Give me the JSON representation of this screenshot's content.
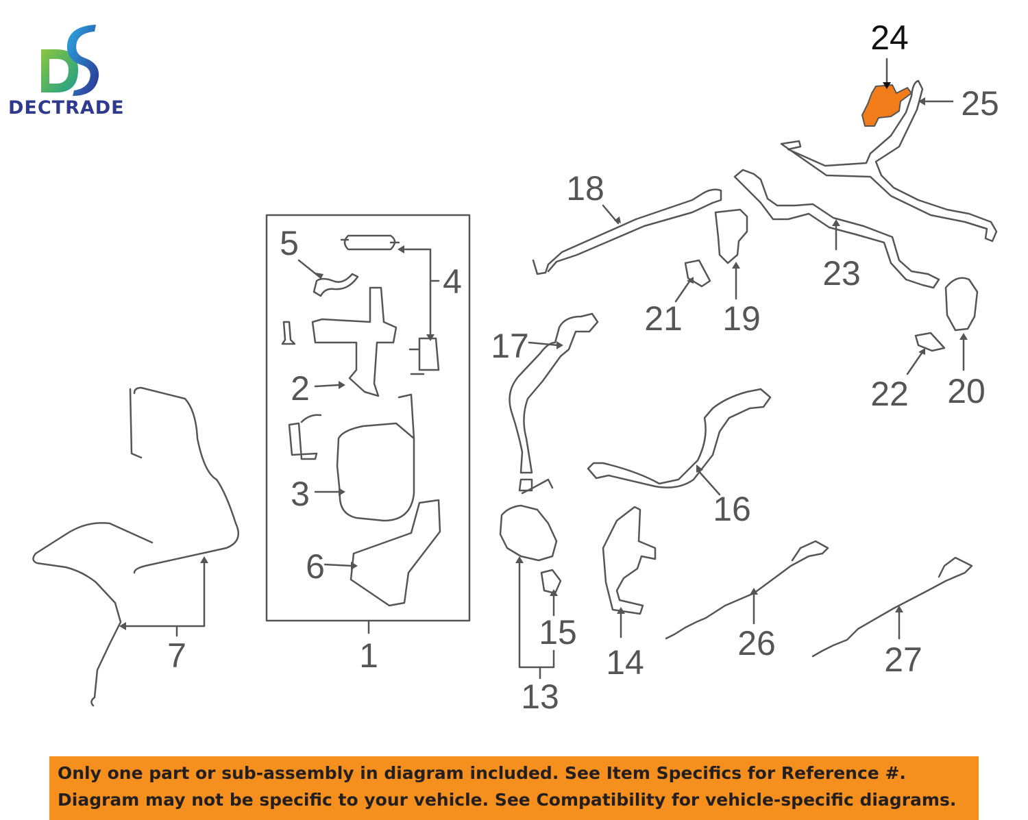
{
  "brand": {
    "name": "DECTRADE"
  },
  "labels": {
    "l1": "1",
    "l2": "2",
    "l3": "3",
    "l4": "4",
    "l5": "5",
    "l6": "6",
    "l7": "7",
    "l13": "13",
    "l14": "14",
    "l15": "15",
    "l16": "16",
    "l17": "17",
    "l18": "18",
    "l19": "19",
    "l20": "20",
    "l21": "21",
    "l22": "22",
    "l23": "23",
    "l24": "24",
    "l25": "25",
    "l26": "26",
    "l27": "27"
  },
  "highlight_part": "24",
  "colors": {
    "accent": "#f5901e",
    "highlight": "#f07d1a",
    "line": "#555555",
    "brand_text": "#2e3a8c"
  },
  "banner": {
    "line1": "Only one part or sub-assembly in diagram included. See Item Specifics for Reference #.",
    "line2": "Diagram may not be specific to your vehicle. See Compatibility for vehicle-specific diagrams."
  }
}
